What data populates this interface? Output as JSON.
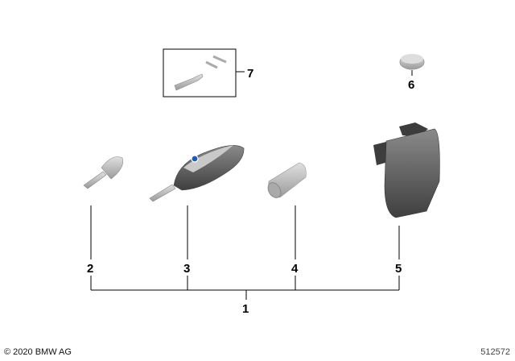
{
  "diagram": {
    "parts": [
      {
        "number": "1",
        "name": "key-set-assembly"
      },
      {
        "number": "2",
        "name": "mechanical-key"
      },
      {
        "number": "3",
        "name": "remote-key-fob"
      },
      {
        "number": "4",
        "name": "lock-cylinder"
      },
      {
        "number": "5",
        "name": "control-unit"
      },
      {
        "number": "6",
        "name": "coin-battery"
      },
      {
        "number": "7",
        "name": "emergency-key-blade-kit"
      }
    ],
    "colors": {
      "part_gray": "#b8b8b8",
      "fob_dark": "#555555",
      "line": "#000000",
      "badge_blue": "#1c5bb8"
    }
  },
  "footer": {
    "copyright": "© 2020 BMW AG",
    "reference": "512572"
  }
}
